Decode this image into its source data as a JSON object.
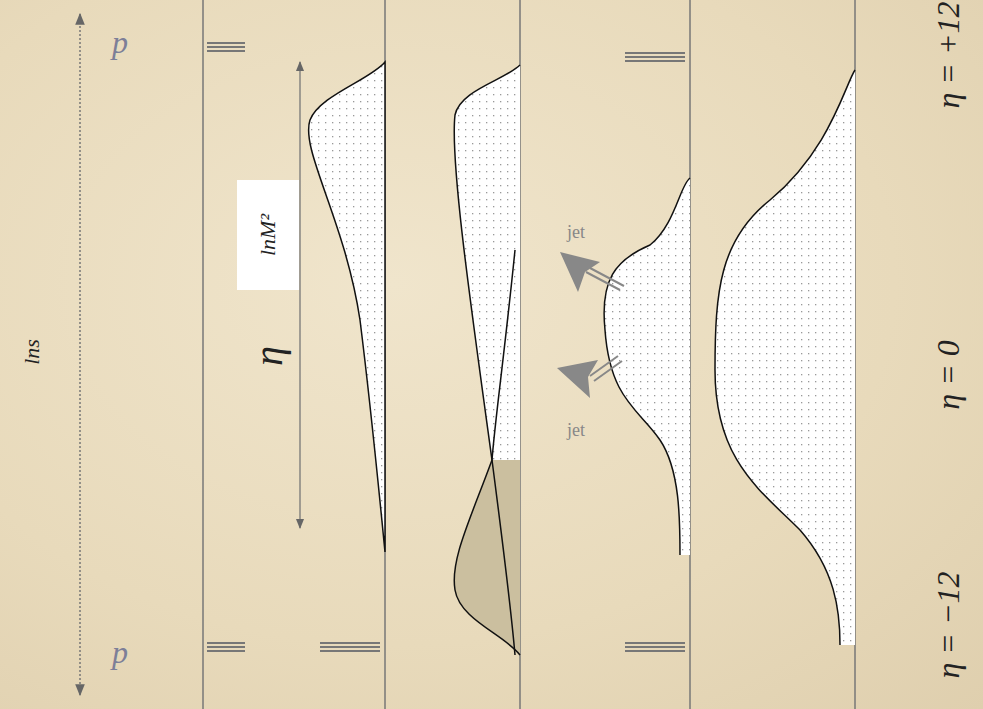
{
  "diagram": {
    "nodes": [
      {
        "text": [
          "lnM²"
        ]
      }
    ],
    "labels": [
      "p",
      "p",
      "lns",
      "η",
      "jet",
      "jet",
      "η = +12",
      "η = 0",
      "η = −12"
    ]
  }
}
